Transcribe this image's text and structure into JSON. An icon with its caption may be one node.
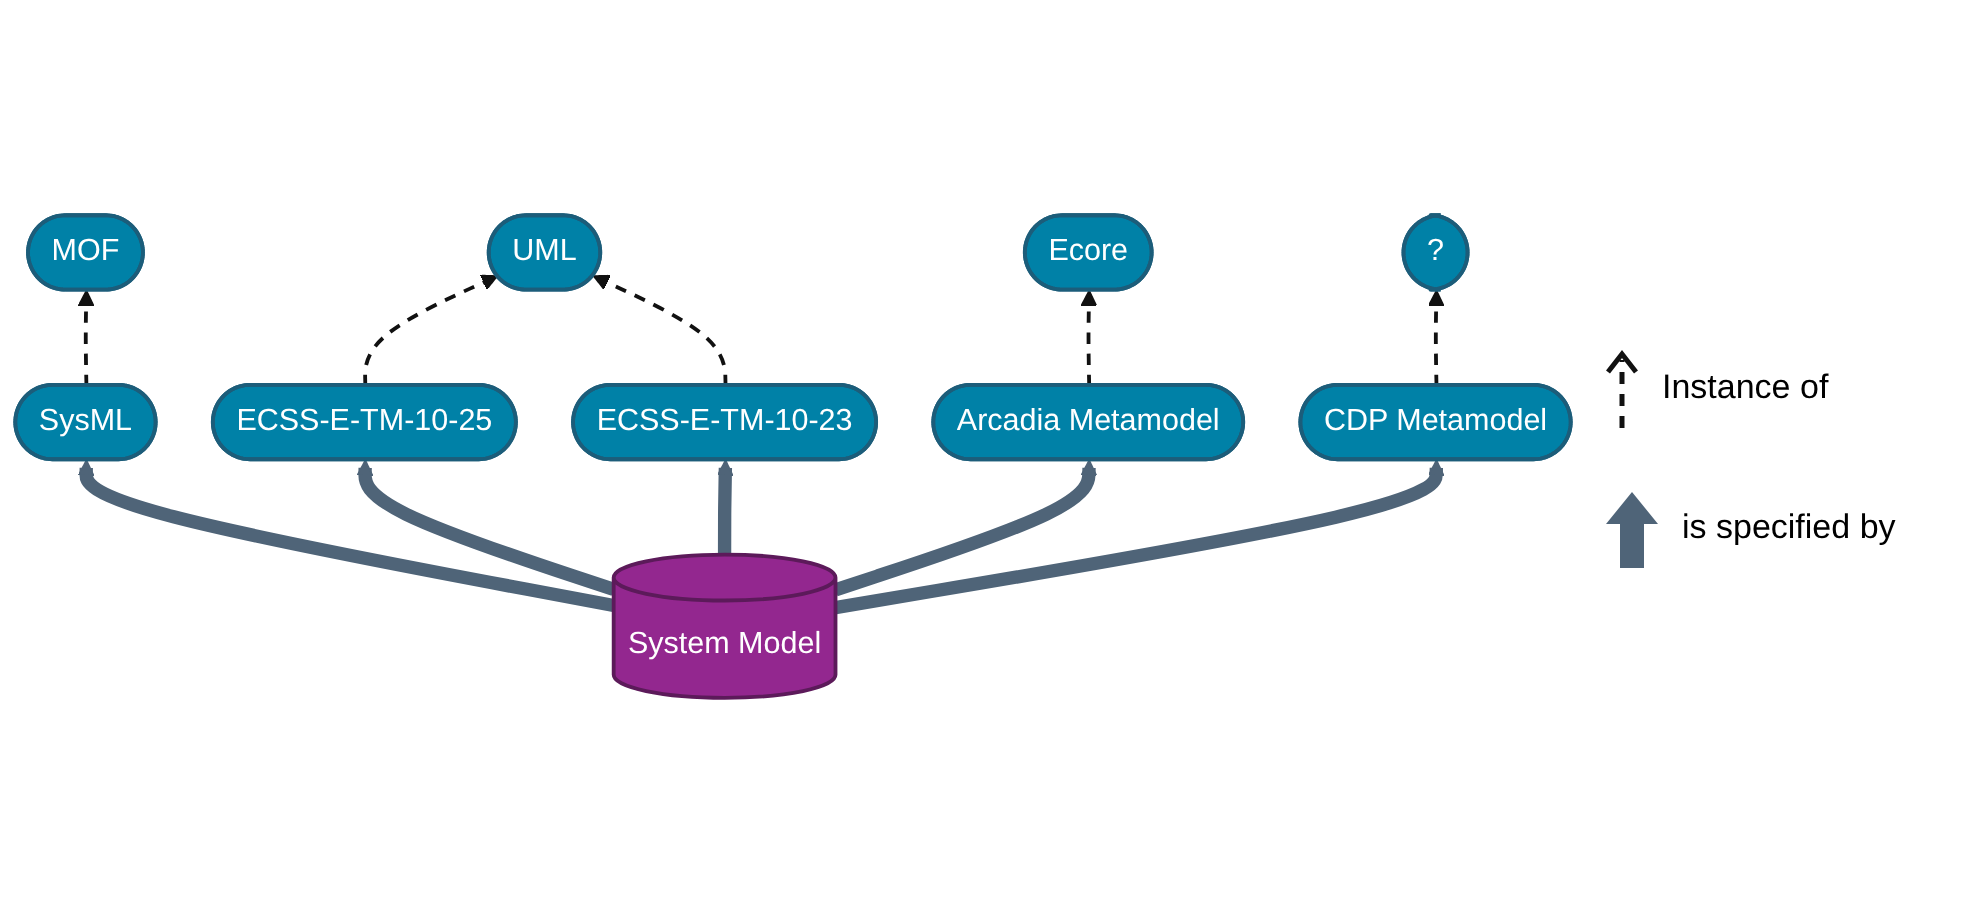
{
  "diagram": {
    "nodes": [
      {
        "text": [
          "UML"
        ]
      },
      {
        "text": [
          "Ecore"
        ]
      },
      {
        "text": [
          "MOF"
        ]
      },
      {
        "text": [
          "?"
        ]
      },
      {
        "text": [
          "ECSS-E-TM-10-25"
        ]
      },
      {
        "text": [
          "ECSS-E-TM-10-23"
        ]
      },
      {
        "text": [
          "Arcadia Metamodel"
        ]
      },
      {
        "text": [
          "SysML"
        ]
      },
      {
        "text": [
          "CDP Metamodel"
        ]
      },
      {
        "text": [
          "System Model"
        ]
      }
    ],
    "edges": [
      {
        "from": 4,
        "to": 0,
        "arrow": "to",
        "style": "dashed"
      },
      {
        "from": 5,
        "to": 0,
        "arrow": "to",
        "style": "dashed"
      },
      {
        "from": 6,
        "to": 1,
        "arrow": "to",
        "style": "dashed"
      },
      {
        "from": 7,
        "to": 2,
        "arrow": "to",
        "style": "dashed"
      },
      {
        "from": 8,
        "to": 3,
        "arrow": "to",
        "style": "dashed"
      },
      {
        "from": 9,
        "to": 7,
        "arrow": "to",
        "style": "thick",
        "color": "#4f6478"
      },
      {
        "from": 9,
        "to": 4,
        "arrow": "to",
        "style": "thick",
        "color": "#4f6478"
      },
      {
        "from": 9,
        "to": 5,
        "arrow": "to",
        "style": "thick",
        "color": "#4f6478"
      },
      {
        "from": 9,
        "to": 6,
        "arrow": "to",
        "style": "thick",
        "color": "#4f6478"
      },
      {
        "from": 9,
        "to": 8,
        "arrow": "to",
        "style": "thick",
        "color": "#4f6478"
      }
    ],
    "legend": [
      {
        "text": "Instance of"
      },
      {
        "text": "is specified by"
      }
    ]
  }
}
